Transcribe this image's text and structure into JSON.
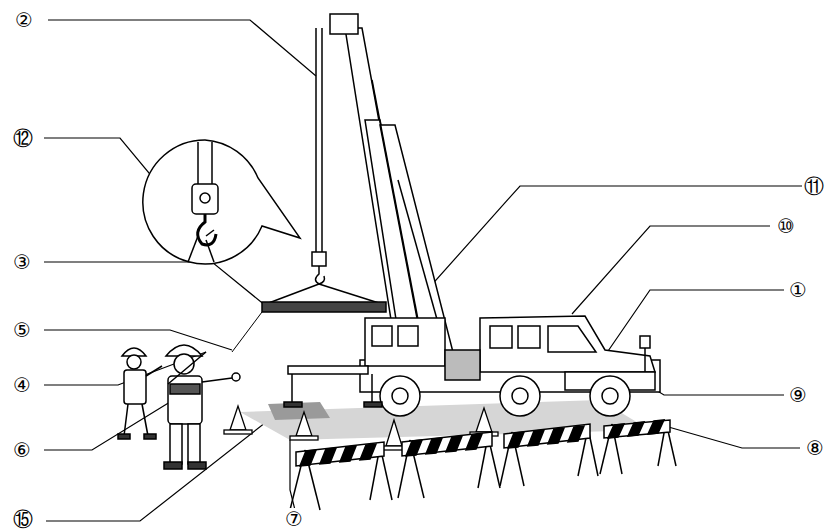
{
  "diagram": {
    "labels": [
      "②",
      "⑫",
      "⑪",
      "⑩",
      "③",
      "①",
      "⑤",
      "④",
      "⑨",
      "⑥",
      "⑧",
      "⑮",
      "⑦"
    ]
  }
}
